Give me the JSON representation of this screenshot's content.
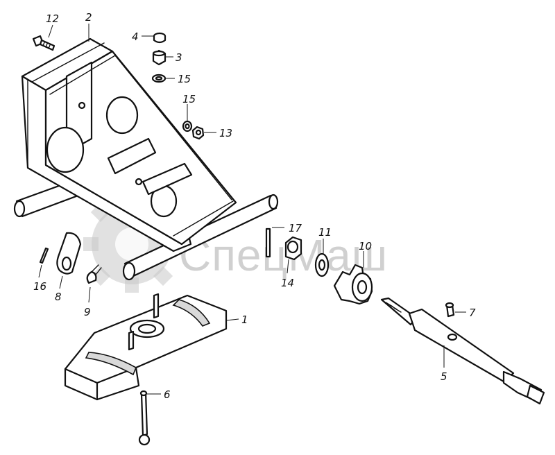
{
  "watermark": {
    "text": "СпецМаш"
  },
  "callouts": {
    "c1": "1",
    "c2": "2",
    "c3": "3",
    "c4": "4",
    "c5": "5",
    "c6": "6",
    "c7": "7",
    "c8": "8",
    "c9": "9",
    "c10": "10",
    "c11": "11",
    "c12": "12",
    "c13": "13",
    "c14": "14",
    "c15a": "15",
    "c15b": "15",
    "c16": "16",
    "c17": "17"
  }
}
